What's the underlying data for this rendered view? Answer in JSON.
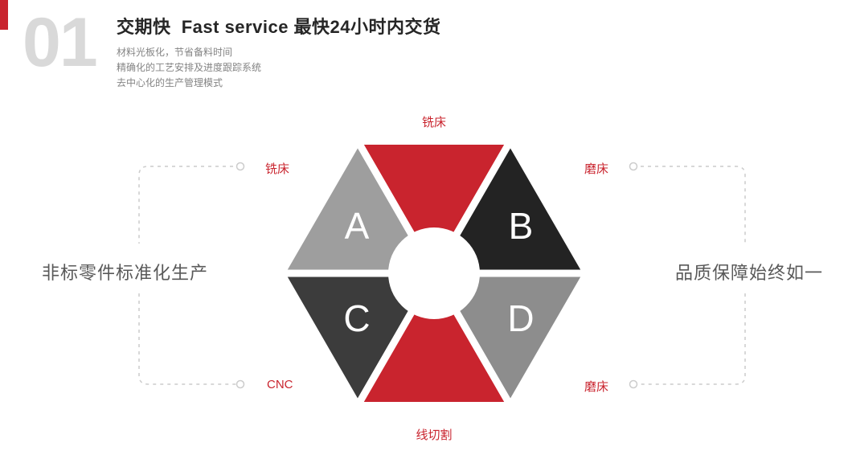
{
  "badge": {
    "number": "01"
  },
  "header": {
    "title": "交期快  Fast service 最快24小时内交货",
    "lines": [
      "材料光板化，节省备料时间",
      "精确化的工艺安排及进度跟踪系统",
      "去中心化的生产管理模式"
    ]
  },
  "diagram": {
    "type": "hexagon-pinwheel",
    "segments": [
      {
        "id": "top",
        "label": "铣床",
        "letter": "",
        "color_key": "red"
      },
      {
        "id": "top-left",
        "label": "铣床",
        "letter": "A",
        "color_key": "gray_light"
      },
      {
        "id": "top-right",
        "label": "磨床",
        "letter": "B",
        "color_key": "black"
      },
      {
        "id": "bottom-left",
        "label": "CNC",
        "letter": "C",
        "color_key": "dark"
      },
      {
        "id": "bottom-right",
        "label": "磨床",
        "letter": "D",
        "color_key": "gray"
      },
      {
        "id": "bottom",
        "label": "线切割",
        "letter": "",
        "color_key": "red"
      }
    ],
    "colors": {
      "red": "#c9242e",
      "gray_light": "#9e9e9e",
      "black": "#232323",
      "dark": "#3c3c3c",
      "gray": "#8d8d8d",
      "connector": "#cccccc",
      "accent": "#c9242e",
      "number_gray": "#d9d9d9"
    }
  },
  "side_notes": {
    "left": "非标零件标准化生产",
    "right": "品质保障始终如一"
  }
}
